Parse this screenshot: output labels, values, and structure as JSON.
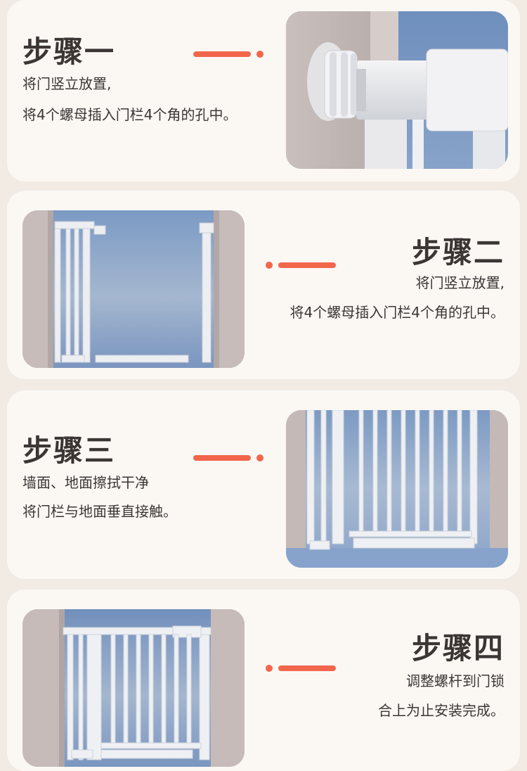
{
  "colors": {
    "accent": "#f2664c",
    "card": "#fbf8f4",
    "background": "#f1ebe4",
    "text": "#3b3634"
  },
  "steps": [
    {
      "title": "步骤一",
      "line1": "将门竖立放置,",
      "line2": "将4个螺母插入门栏4个角的孔中。"
    },
    {
      "title": "步骤二",
      "line1": "将门竖立放置,",
      "line2": "将4个螺母插入门栏4个角的孔中。"
    },
    {
      "title": "步骤三",
      "line1": "墙面、地面擦拭干净",
      "line2": "将门栏与地面垂直接触。"
    },
    {
      "title": "步骤四",
      "line1": "调整螺杆到门锁",
      "line2": "合上为止安装完成。"
    }
  ]
}
